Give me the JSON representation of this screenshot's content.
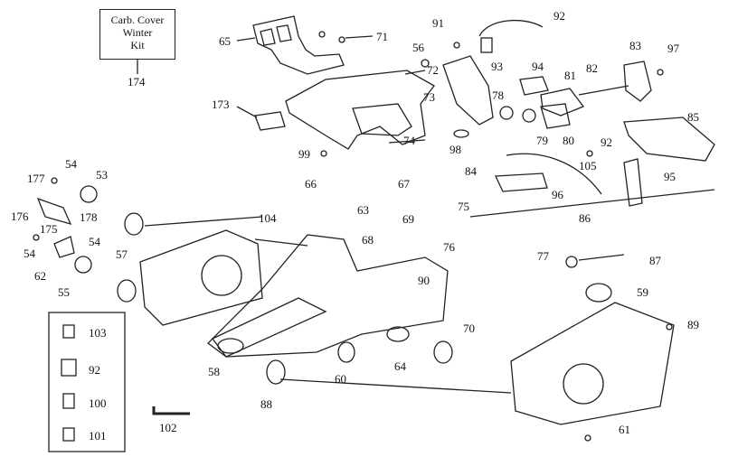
{
  "kit_box": {
    "line1": "Carb. Cover",
    "line2": "Winter",
    "line3": "Kit",
    "number": "174"
  },
  "legend": {
    "items": [
      "103",
      "92",
      "100",
      "101"
    ]
  },
  "callouts": [
    {
      "id": "c65",
      "text": "65"
    },
    {
      "id": "c71",
      "text": "71"
    },
    {
      "id": "c91",
      "text": "91"
    },
    {
      "id": "c92a",
      "text": "92"
    },
    {
      "id": "c56",
      "text": "56"
    },
    {
      "id": "c93",
      "text": "93"
    },
    {
      "id": "c83",
      "text": "83"
    },
    {
      "id": "c97",
      "text": "97"
    },
    {
      "id": "c72",
      "text": "72"
    },
    {
      "id": "c94",
      "text": "94"
    },
    {
      "id": "c81",
      "text": "81"
    },
    {
      "id": "c82",
      "text": "82"
    },
    {
      "id": "c73",
      "text": "73"
    },
    {
      "id": "c78",
      "text": "78"
    },
    {
      "id": "c85",
      "text": "85"
    },
    {
      "id": "c173",
      "text": "173"
    },
    {
      "id": "c79",
      "text": "79"
    },
    {
      "id": "c80",
      "text": "80"
    },
    {
      "id": "c92b",
      "text": "92"
    },
    {
      "id": "c74",
      "text": "74"
    },
    {
      "id": "c98",
      "text": "98"
    },
    {
      "id": "c99",
      "text": "99"
    },
    {
      "id": "c105",
      "text": "105"
    },
    {
      "id": "c95",
      "text": "95"
    },
    {
      "id": "c84",
      "text": "84"
    },
    {
      "id": "c54a",
      "text": "54"
    },
    {
      "id": "c53",
      "text": "53"
    },
    {
      "id": "c177",
      "text": "177"
    },
    {
      "id": "c66",
      "text": "66"
    },
    {
      "id": "c67",
      "text": "67"
    },
    {
      "id": "c96",
      "text": "96"
    },
    {
      "id": "c176",
      "text": "176"
    },
    {
      "id": "c178",
      "text": "178"
    },
    {
      "id": "c175",
      "text": "175"
    },
    {
      "id": "c75",
      "text": "75"
    },
    {
      "id": "c63",
      "text": "63"
    },
    {
      "id": "c69",
      "text": "69"
    },
    {
      "id": "c86",
      "text": "86"
    },
    {
      "id": "c104",
      "text": "104"
    },
    {
      "id": "c68",
      "text": "68"
    },
    {
      "id": "c76",
      "text": "76"
    },
    {
      "id": "c54b",
      "text": "54"
    },
    {
      "id": "c54c",
      "text": "54"
    },
    {
      "id": "c57",
      "text": "57"
    },
    {
      "id": "c77",
      "text": "77"
    },
    {
      "id": "c87",
      "text": "87"
    },
    {
      "id": "c62",
      "text": "62"
    },
    {
      "id": "c55",
      "text": "55"
    },
    {
      "id": "c90",
      "text": "90"
    },
    {
      "id": "c59",
      "text": "59"
    },
    {
      "id": "c70",
      "text": "70"
    },
    {
      "id": "c89",
      "text": "89"
    },
    {
      "id": "c58",
      "text": "58"
    },
    {
      "id": "c64",
      "text": "64"
    },
    {
      "id": "c60",
      "text": "60"
    },
    {
      "id": "c88",
      "text": "88"
    },
    {
      "id": "c102",
      "text": "102"
    },
    {
      "id": "c61",
      "text": "61"
    }
  ]
}
